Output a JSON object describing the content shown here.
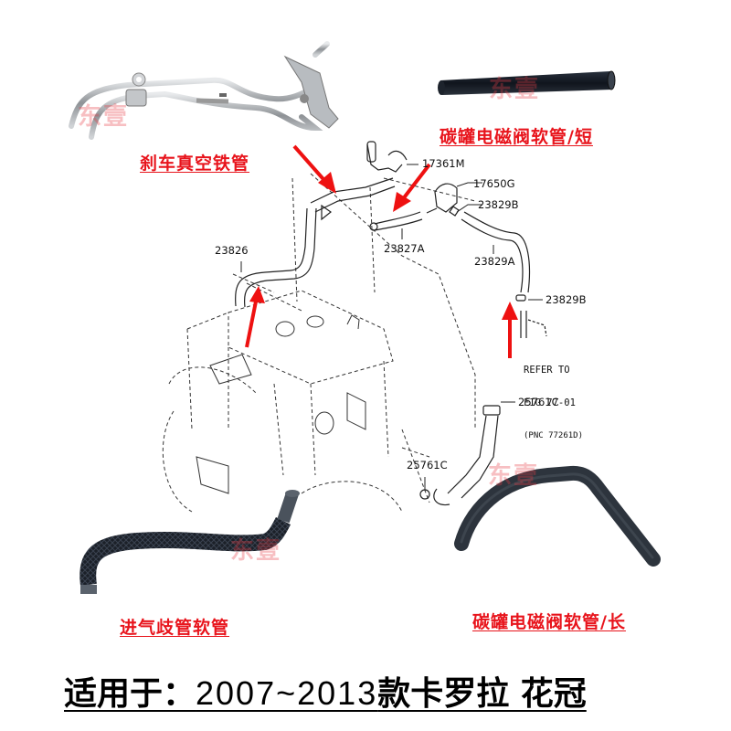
{
  "parts": {
    "brake_vacuum_pipe": {
      "label": "刹车真空铁管"
    },
    "canister_hose_short": {
      "label": "碳罐电磁阀软管/短"
    },
    "intake_manifold_hose": {
      "label": "进气歧管软管"
    },
    "canister_hose_long": {
      "label": "碳罐电磁阀软管/长"
    }
  },
  "diagram": {
    "callouts": [
      {
        "id": "17361M",
        "text": "17361M"
      },
      {
        "id": "17650G",
        "text": "17650G"
      },
      {
        "id": "23829B_top",
        "text": "23829B"
      },
      {
        "id": "23827A",
        "text": "23827A"
      },
      {
        "id": "23829A",
        "text": "23829A"
      },
      {
        "id": "23826",
        "text": "23826"
      },
      {
        "id": "23829B_mid",
        "text": "23829B"
      },
      {
        "id": "25761C_right",
        "text": "25761C"
      },
      {
        "id": "25761C_left",
        "text": "25761C"
      }
    ],
    "reference_note": {
      "line1": "REFER TO",
      "line2": "FIG 77-01",
      "line3": "(PNC 77261D)"
    }
  },
  "watermark": {
    "text": "东壹"
  },
  "footer": {
    "prefix": "适用于：",
    "years": "2007~2013",
    "suffix": "款卡罗拉 花冠"
  },
  "colors": {
    "label_red": "#e8141c",
    "arrow_red": "#ee1111",
    "hose_dark": "#2a3038",
    "hose_black": "#14181e",
    "metal": "#b8bcc0",
    "line_art": "#222222"
  }
}
